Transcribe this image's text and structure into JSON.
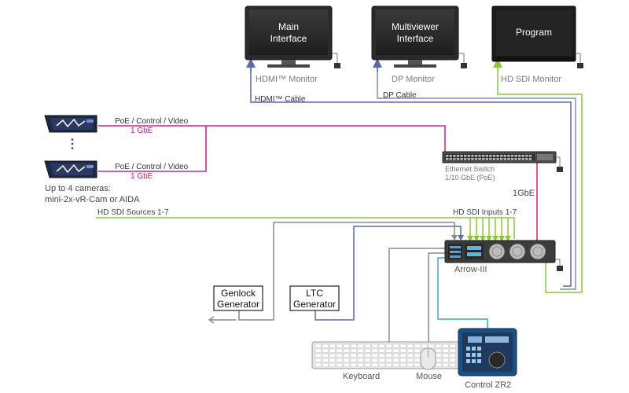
{
  "monitors": {
    "main": {
      "screen_line1": "Main",
      "screen_line2": "Interface",
      "label": "HDMI™ Monitor"
    },
    "multiviewer": {
      "screen_line1": "Multiviewer",
      "screen_line2": "Interface",
      "label": "DP Monitor"
    },
    "program": {
      "screen_line1": "Program",
      "label": "HD SDI Monitor"
    }
  },
  "cables": {
    "hdmi": "HDMI™ Cable",
    "dp": "DP Cable",
    "camera_link_top": "PoE / Control / Video",
    "camera_speed_top": "1 GbE",
    "camera_link_bottom": "PoE / Control / Video",
    "camera_speed_bottom": "1 GbE",
    "switch_uplink": "1GbE",
    "hd_sdi_sources": "HD SDI Sources 1-7",
    "hd_sdi_inputs": "HD SDI Inputs 1-7"
  },
  "cameras": {
    "ellipsis": "⋮",
    "caption_line1": "Up to 4 cameras:",
    "caption_line2": "mini-2x-vR-Cam or AIDA"
  },
  "switch": {
    "line1": "Ethernet Switch",
    "line2": "1/10 GbE (PoE)"
  },
  "arrow": {
    "label": "Arrow-III"
  },
  "genlock": {
    "line1": "Genlock",
    "line2": "Generator"
  },
  "ltc": {
    "line1": "LTC",
    "line2": "Generator"
  },
  "peripherals": {
    "keyboard": "Keyboard",
    "mouse": "Mouse",
    "control": "Control ZR2"
  },
  "colors": {
    "hdmi_cable": "#5a6aa8",
    "dp_cable": "#7f8fb8",
    "ethernet": "#c8237f",
    "sdi": "#8cc63f",
    "gray_cable": "#8a8a8a",
    "control_cable": "#41a7c4",
    "monitor_body": "#2b2b2b"
  },
  "icons": {
    "monitor": "monitor-icon",
    "camera": "camera-icon",
    "switch": "network-switch-icon",
    "server": "rack-server-icon",
    "keyboard": "keyboard-icon",
    "mouse": "mouse-icon",
    "controller": "control-panel-icon",
    "plug": "power-plug-icon"
  }
}
